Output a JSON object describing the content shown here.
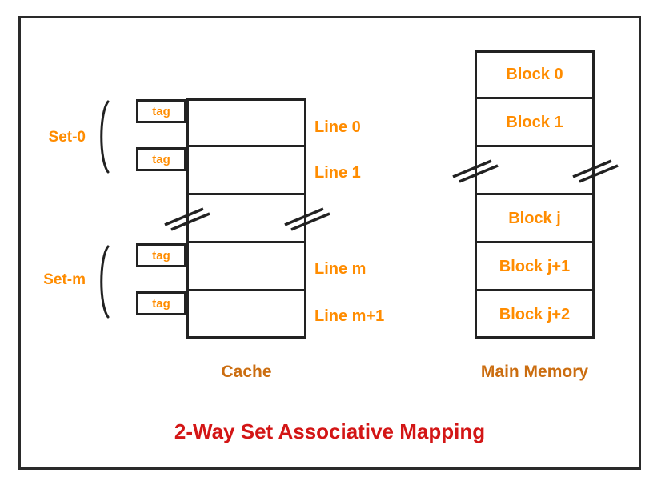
{
  "title": "2-Way Set Associative Mapping",
  "colors": {
    "label_orange": "#FF8C00",
    "caption_orange": "#CB6D10",
    "title_red": "#D31616",
    "line_color": "#222222",
    "background": "#FFFFFF"
  },
  "cache": {
    "caption": "Cache",
    "tag_label": "tag",
    "sets": [
      {
        "label": "Set-0"
      },
      {
        "label": "Set-m"
      }
    ],
    "lines": [
      {
        "label": "Line 0"
      },
      {
        "label": "Line 1"
      },
      {
        "label": "Line m"
      },
      {
        "label": "Line m+1"
      }
    ]
  },
  "main_memory": {
    "caption": "Main Memory",
    "blocks": [
      {
        "label": "Block 0"
      },
      {
        "label": "Block 1"
      },
      {
        "label": "Block j"
      },
      {
        "label": "Block j+1"
      },
      {
        "label": "Block j+2"
      }
    ]
  }
}
